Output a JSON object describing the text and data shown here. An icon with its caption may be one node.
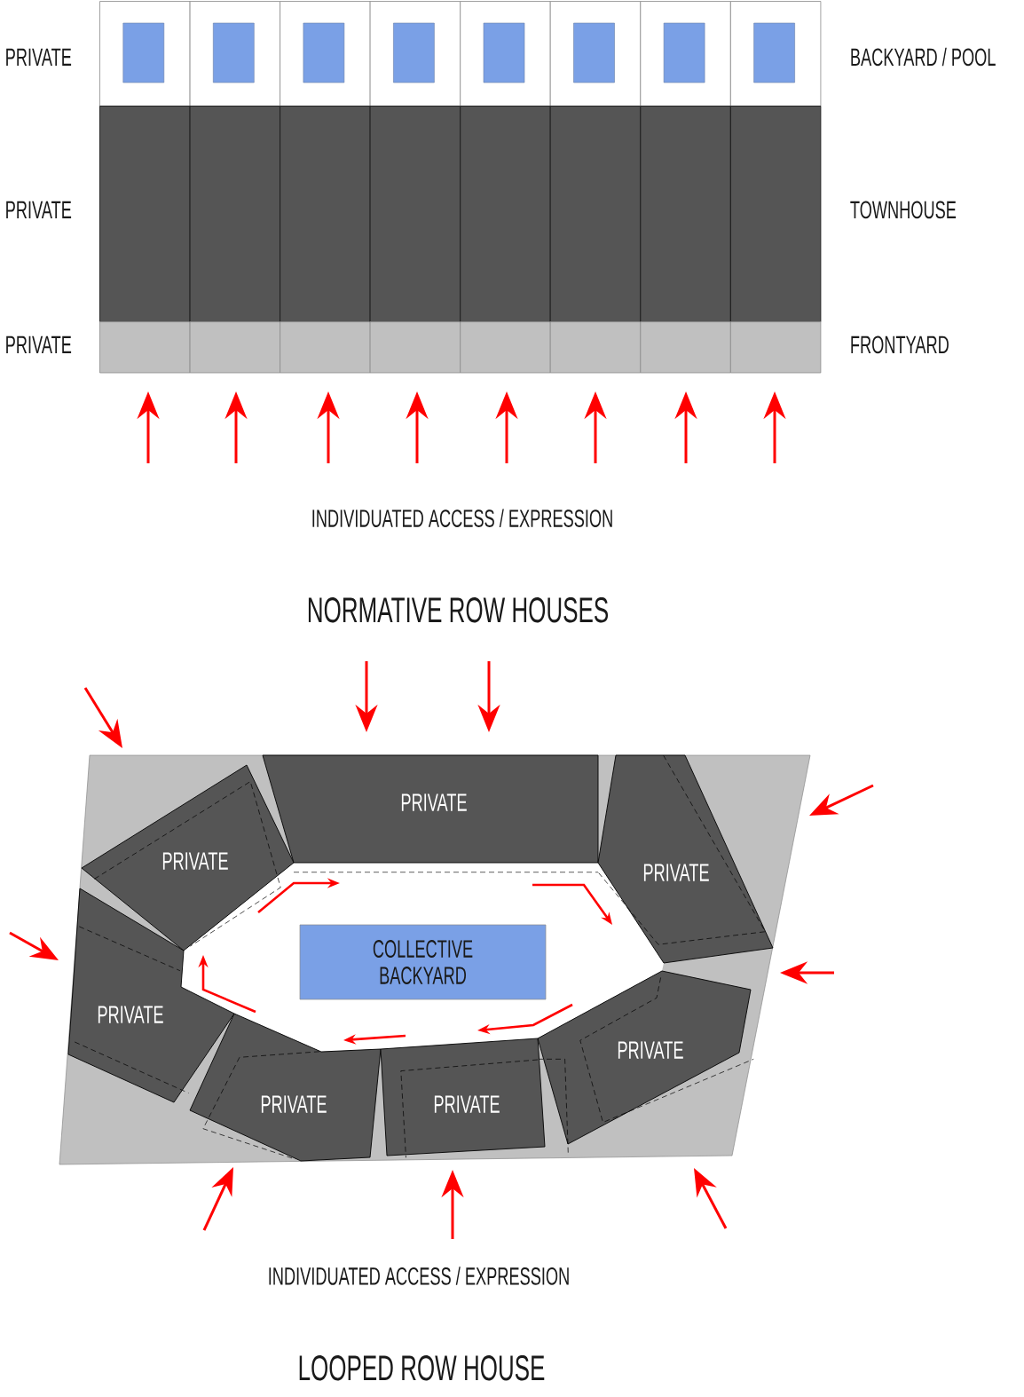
{
  "diagram": {
    "nodes": [
      {
        "text": [
          "PRIVATE"
        ]
      },
      {
        "text": [
          "PRIVATE"
        ]
      },
      {
        "text": [
          "PRIVATE"
        ]
      },
      {
        "text": [
          "COLLECTIVE BACKYARD"
        ]
      },
      {
        "text": [
          "PRIVATE"
        ]
      },
      {
        "text": [
          "PRIVATE"
        ]
      },
      {
        "text": [
          "PRIVATE"
        ]
      },
      {
        "text": [
          "PRIVATE"
        ]
      }
    ],
    "labels": [
      "PRIVATE",
      "BACKYARD / POOL",
      "PRIVATE",
      "TOWNHOUSE",
      "PRIVATE",
      "FRONTYARD",
      "INDIVIDUATED ACCESS / EXPRESSION",
      "NORMATIVE ROW HOUSES",
      "INDIVIDUATED ACCESS / EXPRESSION",
      "LOOPED ROW HOUSE"
    ]
  }
}
